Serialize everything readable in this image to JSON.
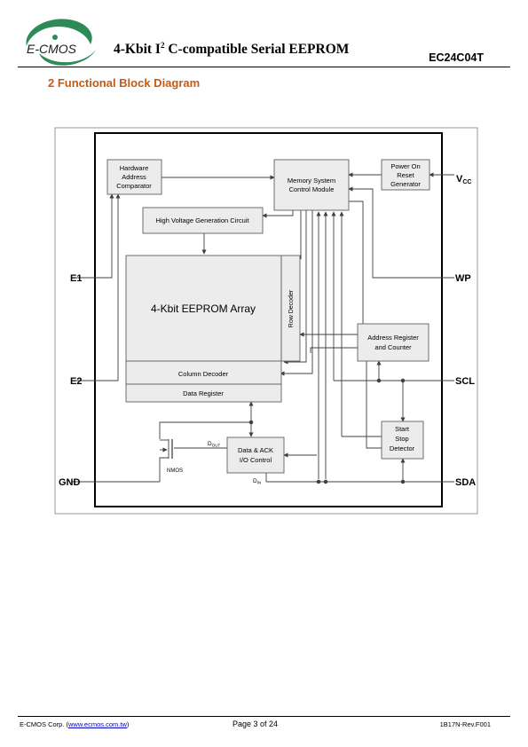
{
  "header": {
    "logo_text": "E-CMOS",
    "title_prefix": "4-Kbit I",
    "title_superscript": "2",
    "title_suffix": " C-compatible Serial EEPROM",
    "part_number": "EC24C04T"
  },
  "section": {
    "heading": "2 Functional Block Diagram"
  },
  "diagram": {
    "blocks": {
      "hw_comparator": [
        "Hardware",
        "Address",
        "Comparator"
      ],
      "memory_control": [
        "Memory System",
        "Control Module"
      ],
      "power_on_reset": [
        "Power On",
        "Reset",
        "Generator"
      ],
      "hv_gen": "High Voltage Generation Circuit",
      "eeprom_array": "4-Kbit EEPROM Array",
      "row_decoder": "Row Decoder",
      "column_decoder": "Column Decoder",
      "data_register": "Data Register",
      "address_register": [
        "Address Register",
        "and Counter"
      ],
      "data_ack": [
        "Data & ACK",
        "I/O Control"
      ],
      "start_stop": [
        "Start",
        "Stop",
        "Detector"
      ],
      "nmos": "NMOS",
      "dout": "D",
      "dout_sub": "OUT",
      "din": "D",
      "din_sub": "IN"
    },
    "pins": {
      "vcc": "V",
      "vcc_sub": "CC",
      "wp": "WP",
      "scl": "SCL",
      "sda": "SDA",
      "e1": "E1",
      "e2": "E2",
      "gnd": "GND"
    },
    "colors": {
      "block_fill": "#ececec",
      "line": "#404040",
      "frame": "#000000"
    }
  },
  "footer": {
    "company": "E-CMOS Corp. (",
    "url": "www.ecmos.com.tw",
    "company_end": ")",
    "page": "Page 3 of 24",
    "revision": "1B17N-Rev.F001"
  }
}
